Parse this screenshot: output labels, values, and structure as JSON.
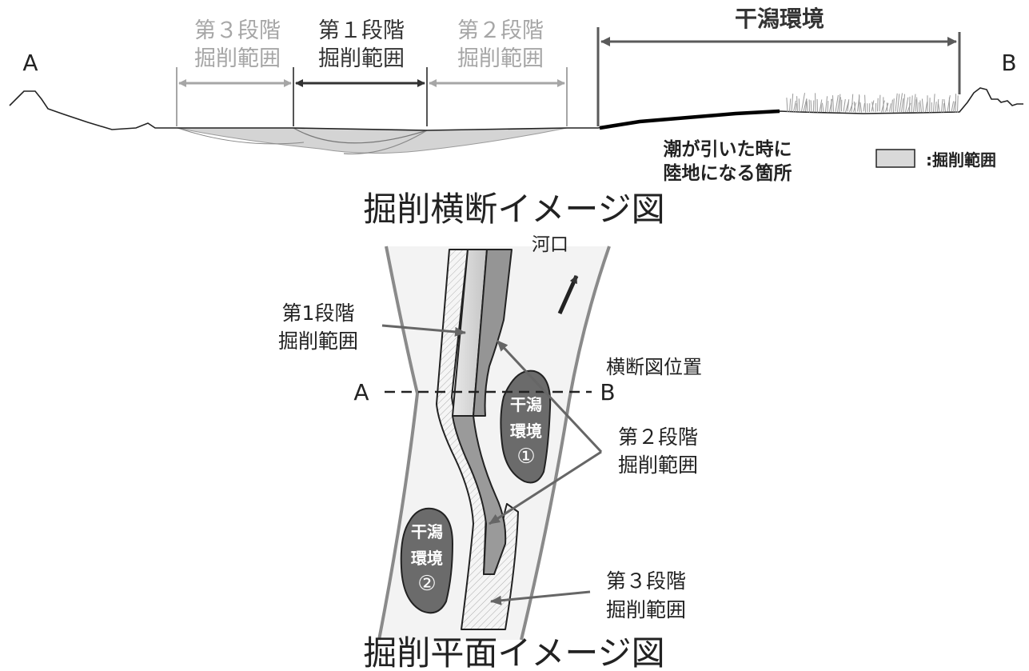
{
  "cross_section": {
    "point_a": "A",
    "point_b": "B",
    "stage3": {
      "line1": "第３段階",
      "line2": "掘削範囲"
    },
    "stage1": {
      "line1": "第１段階",
      "line2": "掘削範囲"
    },
    "stage2": {
      "line1": "第２段階",
      "line2": "掘削範囲"
    },
    "tidal_flat": "干潟環境",
    "exposed_note": {
      "line1": "潮が引いた時に",
      "line2": "陸地になる箇所"
    },
    "legend_label": ":掘削範囲",
    "caption": "掘削横断イメージ図"
  },
  "plan": {
    "river_mouth": "河口",
    "stage1": {
      "line1": "第1段階",
      "line2": "掘削範囲"
    },
    "section_position": "横断図位置",
    "point_a": "A",
    "point_b": "B",
    "stage2": {
      "line1": "第２段階",
      "line2": "掘削範囲"
    },
    "stage3": {
      "line1": "第３段階",
      "line2": "掘削範囲"
    },
    "flat1": {
      "line1": "干潟",
      "line2": "環境",
      "num": "①"
    },
    "flat2": {
      "line1": "干潟",
      "line2": "環境",
      "num": "②"
    },
    "caption": "掘削平面イメージ図"
  },
  "colors": {
    "stage1": "#333333",
    "stage2_3_label": "#a6a6a6",
    "tidal_flat_arrow": "#5a5a5a",
    "excavation_fill": "#d9d9d9",
    "flat_fill": "#6b6b6b",
    "river_fill": "#f3f3f3"
  }
}
